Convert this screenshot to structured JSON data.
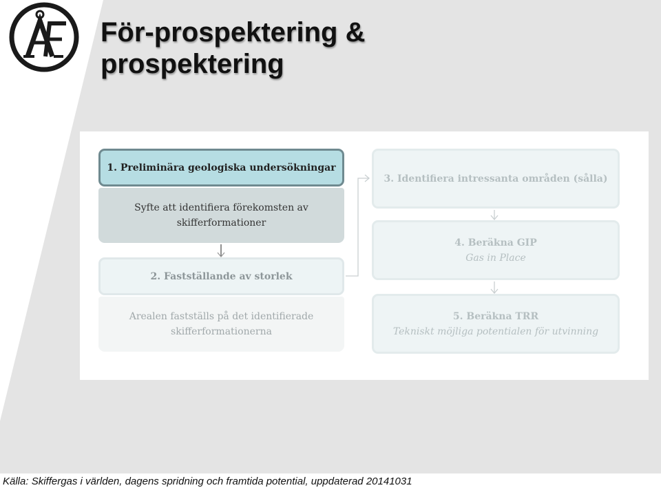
{
  "slide": {
    "title_line1": "För-prospektering &",
    "title_line2": "prospektering",
    "source": "Källa: Skiffergas i världen, dagens spridning och framtida potential, uppdaterad 20141031"
  },
  "diagram": {
    "step1": {
      "heading": "1. Preliminära geologiska undersökningar",
      "body": "Syfte att identifiera förekomsten av skifferformationer"
    },
    "step2": {
      "heading": "2. Fastställande av storlek",
      "body": "Arealen fastställs på det identifierade skifferformationerna"
    },
    "step3": {
      "heading": "3. Identifiera intressanta områden (sålla)"
    },
    "step4": {
      "heading": "4. Beräkna GIP",
      "subtitle": "Gas in Place"
    },
    "step5": {
      "heading": "5. Beräkna TRR",
      "subtitle": "Tekniskt möjliga potentialen för utvinning"
    }
  },
  "colors": {
    "slide_gray": "#e4e4e4",
    "active_step_fill": "#b6dde3",
    "active_step_border": "#6f8a90",
    "faded_text": "#b5bfc1"
  },
  "icons": {
    "logo": "af-logo"
  }
}
